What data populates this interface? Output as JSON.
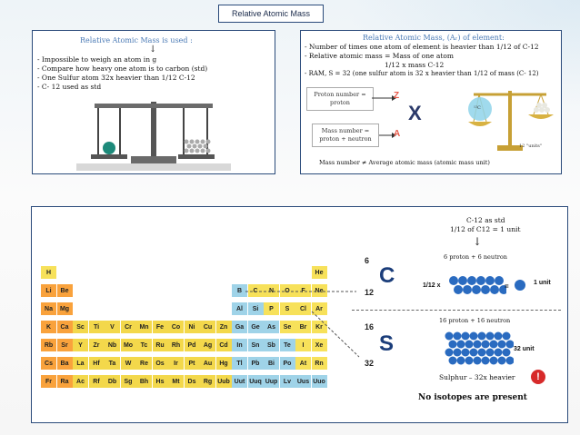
{
  "title": "Relative Atomic Mass",
  "left_panel": {
    "heading": "Relative Atomic Mass is used :",
    "arrow": "↓",
    "lines": [
      "- Impossible to weigh an atom in g",
      "- Compare how heavy one atom  is to carbon (std)",
      "- One Sulfur atom 32x heavier than 1/12 C-12",
      "- C- 12 used as std"
    ]
  },
  "right_panel": {
    "heading": "Relative Atomic Mass, (Aᵣ) of  element:",
    "lines": [
      "- Number of times one atom of element is heavier than 1/12 of C-12",
      "- Relative atomic mass = Mass of one atom",
      "1/12 x mass C-12",
      "- RAM, S = 32 (one sulfur atom is 32 x heavier than 1/12 of mass (C- 12)"
    ],
    "proton_label_1": "Proton number =",
    "proton_label_2": "proton",
    "mass_label_1": "Mass number =",
    "mass_label_2": "proton + neutron",
    "symbol_z": "Z",
    "symbol_x": "X",
    "symbol_a": "A",
    "footer": "Mass number ≠ Average atomic mass (atomic mass unit)",
    "scale_left_label": "¹²C",
    "scale_right_label": "12 \"units\""
  },
  "bottom_panel": {
    "std_1": "C-12 as std",
    "std_2": "1/12 of C12 = 1 unit",
    "arrow": "↓",
    "carbon_desc": "6 proton + 6 neutron",
    "carbon_top": "6",
    "carbon_symbol": "C",
    "carbon_bottom": "12",
    "fraction": "1/12 x",
    "equals": "=",
    "one_unit": "1 unit",
    "sulfur_desc": "16 proton + 16 neutron",
    "sulfur_top": "16",
    "sulfur_symbol": "S",
    "sulfur_bottom": "32",
    "unit_32": "32 unit",
    "heavier": "Sulphur – 32x heavier",
    "warning": "!",
    "isotopes": "No isotopes are present"
  },
  "periodic": [
    [
      "H",
      1,
      "#f7e15a"
    ],
    [
      "He",
      18,
      "#f7e15a"
    ],
    [
      "Li",
      1,
      "#f9a23c"
    ],
    [
      "Be",
      2,
      "#f9a23c"
    ],
    [
      "B",
      13,
      "#9fd3e8"
    ],
    [
      "C",
      14,
      "#f7e15a"
    ],
    [
      "N",
      15,
      "#f7e15a"
    ],
    [
      "O",
      16,
      "#f7e15a"
    ],
    [
      "F",
      17,
      "#f7e15a"
    ],
    [
      "Ne",
      18,
      "#f7e15a"
    ],
    [
      "Na",
      1,
      "#f9a23c"
    ],
    [
      "Mg",
      2,
      "#f9a23c"
    ],
    [
      "Al",
      13,
      "#9fd3e8"
    ],
    [
      "Si",
      14,
      "#9fd3e8"
    ],
    [
      "P",
      15,
      "#f7e15a"
    ],
    [
      "S",
      16,
      "#f7e15a"
    ],
    [
      "Cl",
      17,
      "#f7e15a"
    ],
    [
      "Ar",
      18,
      "#f7e15a"
    ],
    [
      "K",
      1,
      "#f9a23c"
    ],
    [
      "Ca",
      2,
      "#f9a23c"
    ],
    [
      "Sc",
      3,
      "#f3d84b"
    ],
    [
      "Ti",
      4,
      "#f3d84b"
    ],
    [
      "V",
      5,
      "#f3d84b"
    ],
    [
      "Cr",
      6,
      "#f3d84b"
    ],
    [
      "Mn",
      7,
      "#f3d84b"
    ],
    [
      "Fe",
      8,
      "#f3d84b"
    ],
    [
      "Co",
      9,
      "#f3d84b"
    ],
    [
      "Ni",
      10,
      "#f3d84b"
    ],
    [
      "Cu",
      11,
      "#f3d84b"
    ],
    [
      "Zn",
      12,
      "#f3d84b"
    ],
    [
      "Ga",
      13,
      "#9fd3e8"
    ],
    [
      "Ge",
      14,
      "#9fd3e8"
    ],
    [
      "As",
      15,
      "#9fd3e8"
    ],
    [
      "Se",
      16,
      "#f7e15a"
    ],
    [
      "Br",
      17,
      "#f7e15a"
    ],
    [
      "Kr",
      18,
      "#f7e15a"
    ],
    [
      "Rb",
      1,
      "#f9a23c"
    ],
    [
      "Sr",
      2,
      "#f9a23c"
    ],
    [
      "Y",
      3,
      "#f3d84b"
    ],
    [
      "Zr",
      4,
      "#f3d84b"
    ],
    [
      "Nb",
      5,
      "#f3d84b"
    ],
    [
      "Mo",
      6,
      "#f3d84b"
    ],
    [
      "Tc",
      7,
      "#f3d84b"
    ],
    [
      "Ru",
      8,
      "#f3d84b"
    ],
    [
      "Rh",
      9,
      "#f3d84b"
    ],
    [
      "Pd",
      10,
      "#f3d84b"
    ],
    [
      "Ag",
      11,
      "#f3d84b"
    ],
    [
      "Cd",
      12,
      "#f3d84b"
    ],
    [
      "In",
      13,
      "#9fd3e8"
    ],
    [
      "Sn",
      14,
      "#9fd3e8"
    ],
    [
      "Sb",
      15,
      "#9fd3e8"
    ],
    [
      "Te",
      16,
      "#9fd3e8"
    ],
    [
      "I",
      17,
      "#f7e15a"
    ],
    [
      "Xe",
      18,
      "#f7e15a"
    ],
    [
      "Cs",
      1,
      "#f9a23c"
    ],
    [
      "Ba",
      2,
      "#f9a23c"
    ],
    [
      "La",
      3,
      "#f3d84b"
    ],
    [
      "Hf",
      4,
      "#f3d84b"
    ],
    [
      "Ta",
      5,
      "#f3d84b"
    ],
    [
      "W",
      6,
      "#f3d84b"
    ],
    [
      "Re",
      7,
      "#f3d84b"
    ],
    [
      "Os",
      8,
      "#f3d84b"
    ],
    [
      "Ir",
      9,
      "#f3d84b"
    ],
    [
      "Pt",
      10,
      "#f3d84b"
    ],
    [
      "Au",
      11,
      "#f3d84b"
    ],
    [
      "Hg",
      12,
      "#f3d84b"
    ],
    [
      "Tl",
      13,
      "#9fd3e8"
    ],
    [
      "Pb",
      14,
      "#9fd3e8"
    ],
    [
      "Bi",
      15,
      "#9fd3e8"
    ],
    [
      "Po",
      16,
      "#9fd3e8"
    ],
    [
      "At",
      17,
      "#f7e15a"
    ],
    [
      "Rn",
      18,
      "#f7e15a"
    ],
    [
      "Fr",
      1,
      "#f9a23c"
    ],
    [
      "Ra",
      2,
      "#f9a23c"
    ],
    [
      "Ac",
      3,
      "#f3d84b"
    ],
    [
      "Rf",
      4,
      "#f3d84b"
    ],
    [
      "Db",
      5,
      "#f3d84b"
    ],
    [
      "Sg",
      6,
      "#f3d84b"
    ],
    [
      "Bh",
      7,
      "#f3d84b"
    ],
    [
      "Hs",
      8,
      "#f3d84b"
    ],
    [
      "Mt",
      9,
      "#f3d84b"
    ],
    [
      "Ds",
      10,
      "#f3d84b"
    ],
    [
      "Rg",
      11,
      "#f3d84b"
    ],
    [
      "Uub",
      12,
      "#f3d84b"
    ],
    [
      "Uut",
      13,
      "#9fd3e8"
    ],
    [
      "Uuq",
      14,
      "#9fd3e8"
    ],
    [
      "Uup",
      15,
      "#9fd3e8"
    ],
    [
      "Lv",
      16,
      "#9fd3e8"
    ],
    [
      "Uus",
      17,
      "#9fd3e8"
    ],
    [
      "Uuo",
      18,
      "#9fd3e8"
    ]
  ]
}
